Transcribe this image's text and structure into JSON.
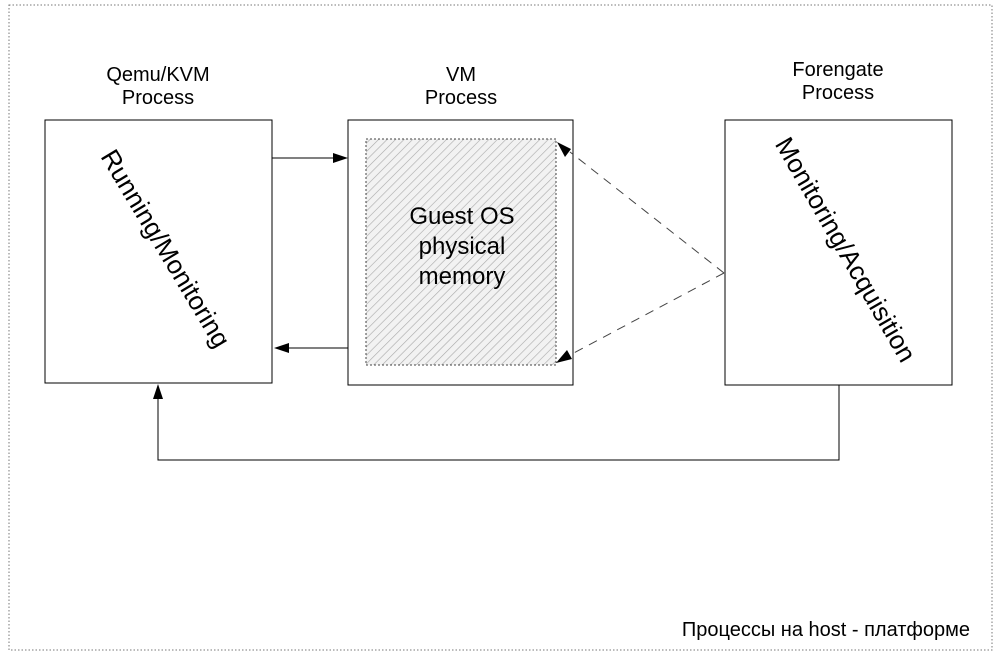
{
  "frame": {
    "footer_label": "Процессы на host - платформе"
  },
  "processes": {
    "qemu": {
      "title_line1": "Qemu/KVM",
      "title_line2": "Process",
      "inner_label": "Running/Monitoring"
    },
    "vm": {
      "title_line1": "VM",
      "title_line2": "Process",
      "memory_line1": "Guest OS",
      "memory_line2": "physical",
      "memory_line3": "memory"
    },
    "forengate": {
      "title_line1": "Forengate",
      "title_line2": "Process",
      "inner_label": "Monitoring/Acquisition"
    }
  }
}
